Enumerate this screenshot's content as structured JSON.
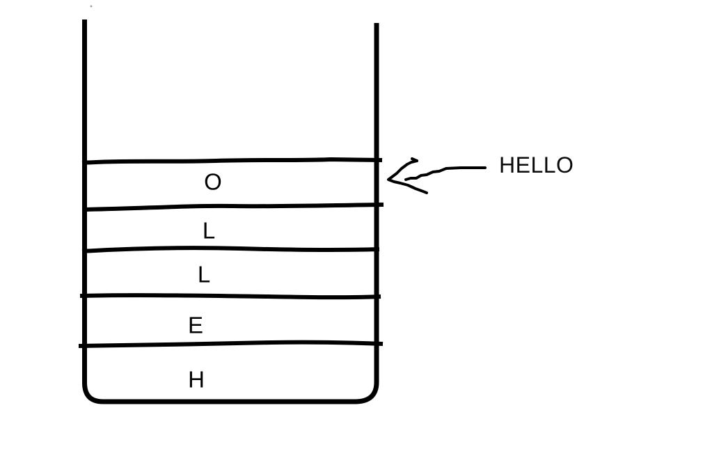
{
  "stack": {
    "items_top_to_bottom": [
      "O",
      "L",
      "L",
      "E",
      "H"
    ]
  },
  "annotation": {
    "label": "HELLO"
  },
  "colors": {
    "ink": "#000000",
    "background": "#ffffff"
  }
}
